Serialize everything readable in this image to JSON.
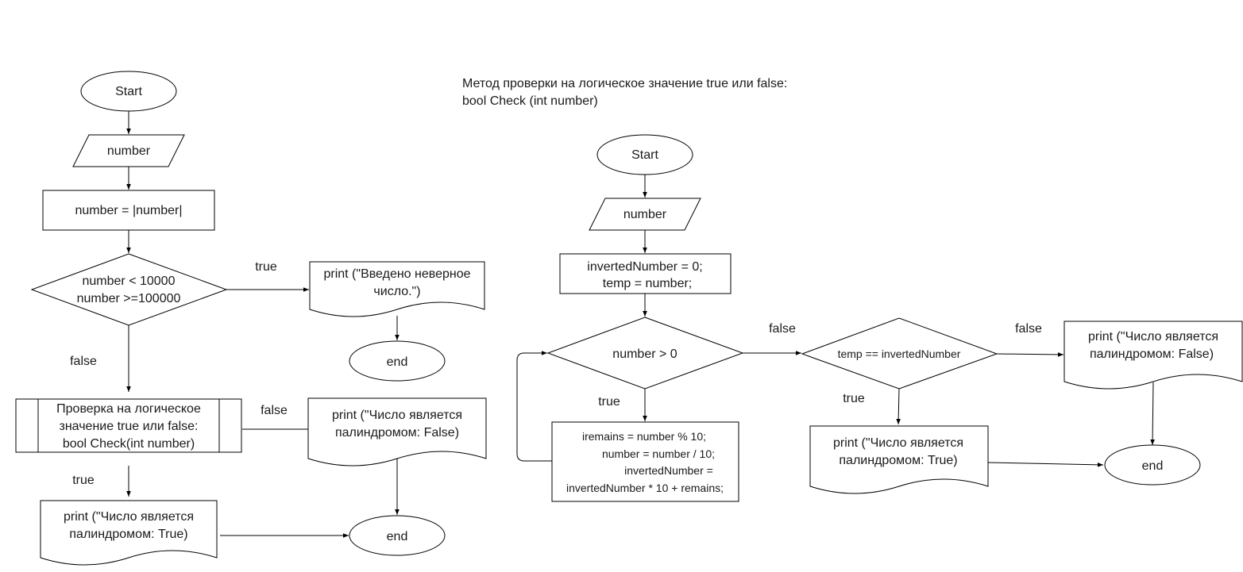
{
  "heading": {
    "line1": "Метод проверки на логическое значение true или false:",
    "line2": "bool Check (int number)"
  },
  "left_flow": {
    "start": "Start",
    "input": "number",
    "abs": "number = |number|",
    "cond_line1": "number < 10000",
    "cond_line2": "number >=100000",
    "cond_true": "true",
    "cond_false": "false",
    "error_line1": "print (\"Введено неверное",
    "error_line2": "число.\")",
    "end_top": "end",
    "sub_line1": "Проверка на логическое",
    "sub_line2": "значение true или false:",
    "sub_line3": "bool Check(int number)",
    "sub_false": "false",
    "sub_true": "true",
    "print_false_line1": "print (\"Число является",
    "print_false_line2": "палиндромом: False)",
    "print_true_line1": "print (\"Число является",
    "print_true_line2": "палиндромом: True)",
    "end_bottom": "end"
  },
  "right_flow": {
    "start": "Start",
    "input": "number",
    "init_line1": "invertedNumber = 0;",
    "init_line2": "temp = number;",
    "loop_cond": "number > 0",
    "loop_false": "false",
    "loop_true": "true",
    "body_line1": "iremains = number % 10;",
    "body_line2": "number = number / 10;",
    "body_line3": "invertedNumber =",
    "body_line4": "invertedNumber * 10 + remains;",
    "cmp_cond": "temp == invertedNumber",
    "cmp_false": "false",
    "cmp_true": "true",
    "print_false_line1": "print (\"Число является",
    "print_false_line2": "палиндромом: False)",
    "print_true_line1": "print (\"Число является",
    "print_true_line2": "палиндромом: True)",
    "end": "end"
  },
  "colors": {
    "stroke": "#000000",
    "text": "#1a1a1a",
    "background": "#ffffff"
  }
}
